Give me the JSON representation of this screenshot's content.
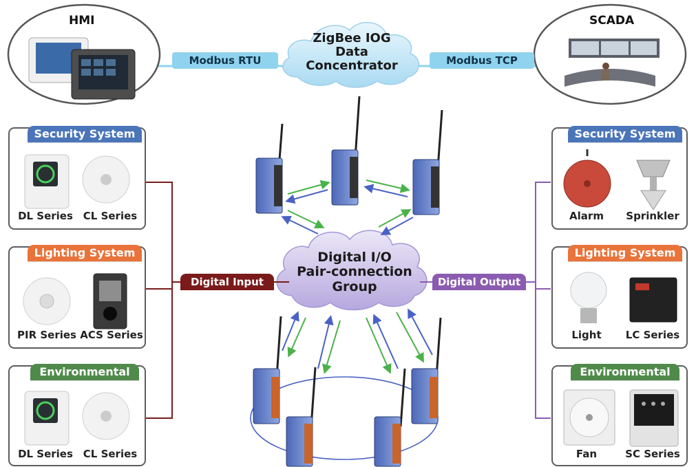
{
  "top": {
    "hmi": {
      "title": "HMI"
    },
    "scada": {
      "title": "SCADA"
    },
    "concentrator": {
      "line1": "ZigBee IOG",
      "line2": "Data",
      "line3": "Concentrator"
    },
    "link_left": "Modbus RTU",
    "link_right": "Modbus TCP"
  },
  "group_cloud": {
    "line1": "Digital I/O",
    "line2": "Pair-connection",
    "line3": "Group"
  },
  "links": {
    "input": "Digital Input",
    "output": "Digital Output"
  },
  "left_panels": [
    {
      "title": "Security System",
      "color": "#4a75b8",
      "items": [
        "DL Series",
        "CL Series"
      ]
    },
    {
      "title": "Lighting System",
      "color": "#e9733a",
      "items": [
        "PIR Series",
        "ACS Series"
      ]
    },
    {
      "title": "Environmental",
      "color": "#4f8a4a",
      "items": [
        "DL Series",
        "CL Series"
      ]
    }
  ],
  "right_panels": [
    {
      "title": "Security System",
      "color": "#4a75b8",
      "items": [
        "Alarm",
        "Sprinkler"
      ]
    },
    {
      "title": "Lighting System",
      "color": "#e9733a",
      "items": [
        "Light",
        "LC Series"
      ]
    },
    {
      "title": "Environmental",
      "color": "#4f8a4a",
      "items": [
        "Fan",
        "SC Series"
      ]
    }
  ],
  "colors": {
    "input_line": "#7a1a1a",
    "output_line": "#8a5bb0",
    "top_link": "#8fd3ee",
    "cloud_blue": "#bfe4f6",
    "cloud_purple": "#c9bde6"
  },
  "icons": [
    "hmi-panel-icon",
    "scada-control-room-icon",
    "zigbee-module-icon",
    "dl-series-icon",
    "cl-series-icon",
    "pir-sensor-icon",
    "acs-keypad-icon",
    "alarm-bell-icon",
    "sprinkler-icon",
    "light-bulb-icon",
    "lc-series-icon",
    "fan-icon",
    "sc-series-icon"
  ]
}
